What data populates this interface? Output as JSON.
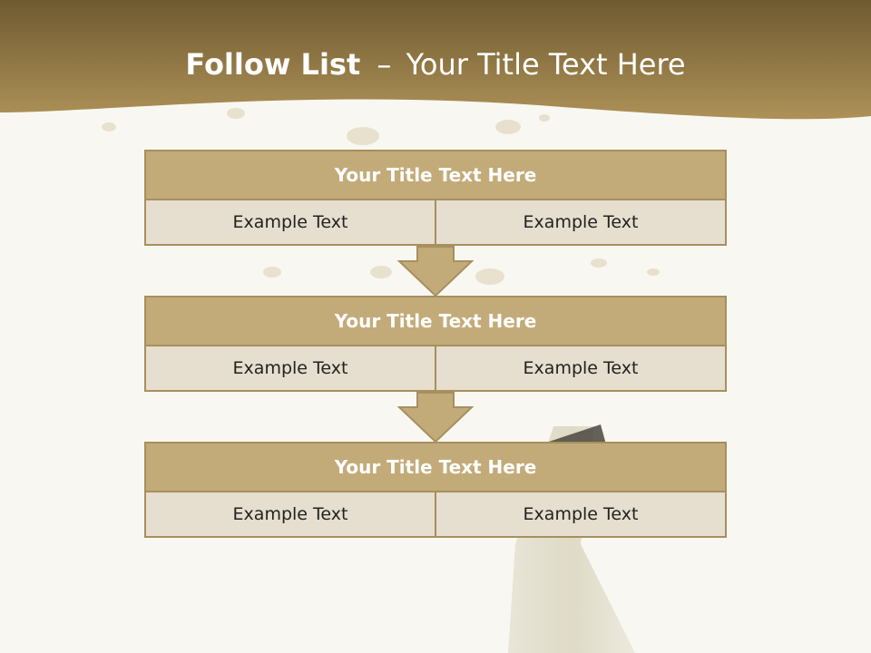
{
  "slide": {
    "title_bold": "Follow List",
    "title_sep": "–",
    "title_rest": "Your Title Text Here"
  },
  "blocks": [
    {
      "heading": "Your Title Text Here",
      "left": "Example Text",
      "right": "Example Text"
    },
    {
      "heading": "Your Title Text Here",
      "left": "Example Text",
      "right": "Example Text"
    },
    {
      "heading": "Your Title Text Here",
      "left": "Example Text",
      "right": "Example Text"
    }
  ],
  "colors": {
    "banner": "#9a7f45",
    "heading_fill": "#c3ab79",
    "cell_fill": "#e6dece",
    "border": "#a88f5e"
  }
}
